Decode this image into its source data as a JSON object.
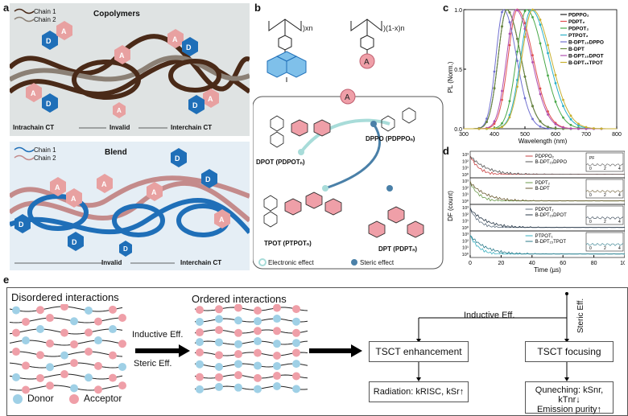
{
  "panel_labels": {
    "a": "a",
    "b": "b",
    "c": "c",
    "d": "d",
    "e": "e"
  },
  "panel_a": {
    "top": {
      "title": "Copolymers",
      "legend": [
        "Chain 1",
        "Chain 2"
      ],
      "bottom_labels": [
        "Intrachain CT",
        "Invalid",
        "Interchain CT"
      ]
    },
    "bottom": {
      "title": "Blend",
      "legend": [
        "Chain 1",
        "Chain 2"
      ],
      "bottom_labels": [
        "Invalid",
        "Interchain CT"
      ]
    },
    "donor_letter": "D",
    "acceptor_letter": "A",
    "colors": {
      "top_bg": "#dfe3e3",
      "bottom_bg": "#e5eef5",
      "chain_dark": "#4a2a18",
      "chain_gray": "#8b8075",
      "chain_blue": "#1f6fb8",
      "chain_pink": "#c48b8b",
      "donor": "#1f6fb8",
      "acceptor": "#e8a1a1"
    }
  },
  "panel_b": {
    "polymer_subscripts": {
      "left": ")xn",
      "right": ")(1-x)n"
    },
    "acceptor_marker": "A",
    "molecules": {
      "dpot": "DPOT (PDPOTₙ)",
      "dppo": "DPPO (PDPPOₙ)",
      "tpot": "TPOT (PTPOTₙ)",
      "dpt": "DPT (PDPTₙ)"
    },
    "legend": {
      "electronic": "Electronic effect",
      "steric": "Steric effect"
    },
    "colors": {
      "electronic": "#a8dcd9",
      "steric": "#4a80a8"
    }
  },
  "panel_c": {
    "chart_data": {
      "type": "line",
      "xlabel": "Wavelength (nm)",
      "ylabel": "PL (Norm.)",
      "xlim": [
        300,
        800
      ],
      "ylim": [
        0,
        1.0
      ],
      "xticks": [
        300,
        400,
        500,
        600,
        700,
        800
      ],
      "yticks": [
        "0.0",
        "0.5",
        "1.0"
      ],
      "series": [
        {
          "name": "PDPPO₂",
          "color": "#222222",
          "peak": 440,
          "width": 55
        },
        {
          "name": "PDPT₂",
          "color": "#e05050",
          "peak": 475,
          "width": 60
        },
        {
          "name": "PDPOT₂",
          "color": "#48a848",
          "peak": 505,
          "width": 65
        },
        {
          "name": "PTPOT₂",
          "color": "#2ab0c8",
          "peak": 520,
          "width": 68
        },
        {
          "name": "B-DPT₁₅DPPO",
          "color": "#7070d0",
          "peak": 430,
          "width": 50
        },
        {
          "name": "B-DPT",
          "color": "#6a8a40",
          "peak": 440,
          "width": 55
        },
        {
          "name": "B-DPT₁₅DPOT",
          "color": "#b050b0",
          "peak": 470,
          "width": 60
        },
        {
          "name": "B-DPT₁₅TPOT",
          "color": "#c8b030",
          "peak": 525,
          "width": 70
        }
      ]
    }
  },
  "panel_d": {
    "chart_data": {
      "type": "line",
      "xlabel": "Time (µs)",
      "ylabel": "DF (count)",
      "xlim": [
        0,
        100
      ],
      "xticks": [
        0,
        20,
        40,
        60,
        80,
        100
      ],
      "yticks": [
        "10⁰",
        "10¹",
        "10²",
        "10³"
      ],
      "inset_xticks": [
        "0",
        "2",
        "4"
      ],
      "inset_ylabel": "PF",
      "series_pairs": [
        {
          "a": "PDPPO₂",
          "b": "B-DPT₁₅DPPO",
          "color_a": "#c84040",
          "color_b": "#555555"
        },
        {
          "a": "PDPT₂",
          "b": "B-DPT",
          "color_a": "#6a9a4a",
          "color_b": "#6a5a30"
        },
        {
          "a": "PDPOT₂",
          "b": "B-DPT₁₅DPOT",
          "color_a": "#607080",
          "color_b": "#2a3a4a"
        },
        {
          "a": "PTPOT₁",
          "b": "B-DPT₁₅TPOT",
          "color_a": "#3ab0c0",
          "color_b": "#2a7a8a"
        }
      ]
    }
  },
  "panel_e": {
    "disordered": "Disordered interactions",
    "ordered": "Ordered interactions",
    "inductive": "Inductive Eff.",
    "steric": "Steric Eff.",
    "donor": "Donor",
    "acceptor": "Acceptor",
    "inductive_top": "Inductive Eff.",
    "steric_top": "Steric Eff.",
    "tsct_enh": "TSCT enhancement",
    "tsct_focus": "TSCT focusing",
    "radiation": "Radiation: kRISC, kSr↑",
    "quenching": "Quneching: kSnr, kTnr↓",
    "purity": "Emission purity↑",
    "colors": {
      "donor": "#9fd0e6",
      "acceptor": "#ef9fa8"
    }
  }
}
